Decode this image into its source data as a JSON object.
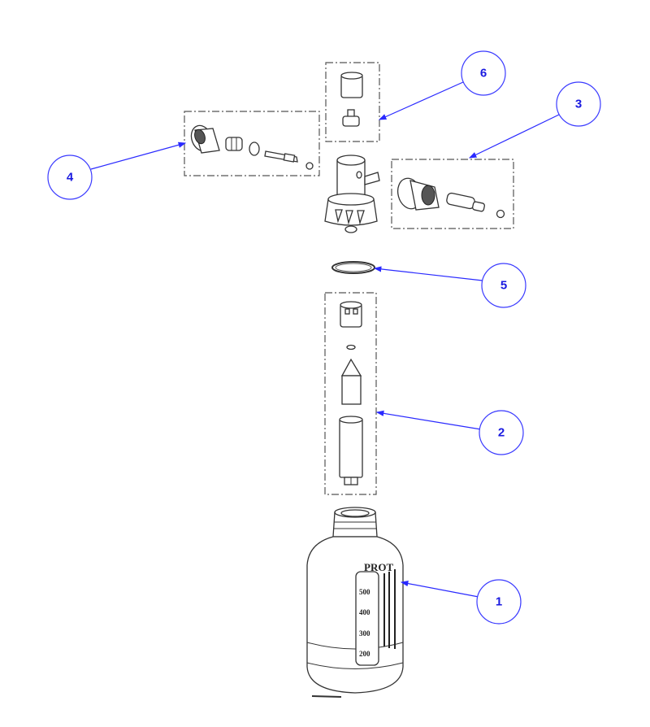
{
  "diagram": {
    "callouts": [
      {
        "label": "1",
        "part": "bottle"
      },
      {
        "label": "2",
        "part": "inner-cartridge-set"
      },
      {
        "label": "3",
        "part": "right-valve-set"
      },
      {
        "label": "4",
        "part": "left-valve-set"
      },
      {
        "label": "5",
        "part": "o-ring"
      },
      {
        "label": "6",
        "part": "top-cap-set"
      }
    ],
    "bottle": {
      "brand": "PROT",
      "scale": [
        "200",
        "300",
        "400",
        "500"
      ]
    },
    "colors": {
      "callout": "#3a3aff",
      "line": "#333333"
    }
  }
}
